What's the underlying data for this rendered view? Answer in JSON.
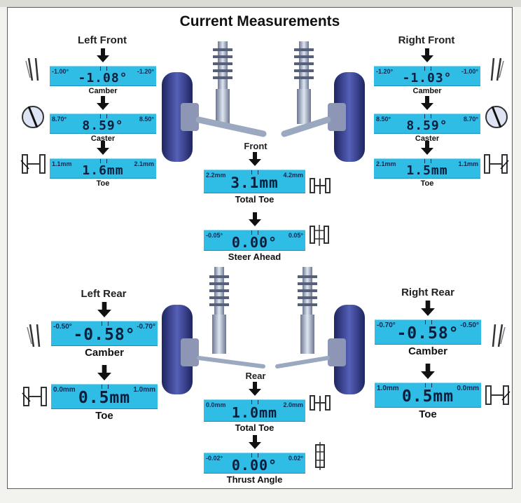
{
  "title": "Current Measurements",
  "front": {
    "left": {
      "heading": "Left Front",
      "camber": {
        "min": "-1.00°",
        "max": "-1.20°",
        "value": "-1.08°",
        "label": "Camber"
      },
      "caster": {
        "min": "8.70°",
        "max": "8.50°",
        "value": "8.59°",
        "label": "Caster"
      },
      "toe": {
        "min": "1.1mm",
        "max": "2.1mm",
        "value": "1.6mm",
        "label": "Toe"
      }
    },
    "right": {
      "heading": "Right Front",
      "camber": {
        "min": "-1.20°",
        "max": "-1.00°",
        "value": "-1.03°",
        "label": "Camber"
      },
      "caster": {
        "min": "8.50°",
        "max": "8.70°",
        "value": "8.59°",
        "label": "Caster"
      },
      "toe": {
        "min": "2.1mm",
        "max": "1.1mm",
        "value": "1.5mm",
        "label": "Toe"
      }
    },
    "center": {
      "heading": "Front",
      "total_toe": {
        "min": "2.2mm",
        "max": "4.2mm",
        "value": "3.1mm",
        "label": "Total Toe"
      },
      "steer_ahead": {
        "min": "-0.05°",
        "max": "0.05°",
        "value": "0.00°",
        "label": "Steer Ahead"
      }
    }
  },
  "rear": {
    "left": {
      "heading": "Left Rear",
      "camber": {
        "min": "-0.50°",
        "max": "-0.70°",
        "value": "-0.58°",
        "label": "Camber"
      },
      "toe": {
        "min": "0.0mm",
        "max": "1.0mm",
        "value": "0.5mm",
        "label": "Toe"
      }
    },
    "right": {
      "heading": "Right Rear",
      "camber": {
        "min": "-0.70°",
        "max": "-0.50°",
        "value": "-0.58°",
        "label": "Camber"
      },
      "toe": {
        "min": "1.0mm",
        "max": "0.0mm",
        "value": "0.5mm",
        "label": "Toe"
      }
    },
    "center": {
      "heading": "Rear",
      "total_toe": {
        "min": "0.0mm",
        "max": "2.0mm",
        "value": "1.0mm",
        "label": "Total Toe"
      },
      "thrust_angle": {
        "min": "-0.02°",
        "max": "0.02°",
        "value": "0.00°",
        "label": "Thrust Angle"
      }
    }
  },
  "colors": {
    "gauge_bar": "#2fbde6",
    "tire": "#3e4a9a",
    "strut": "#9aa8c0"
  },
  "icons": [
    "camber-icon",
    "caster-icon",
    "toe-icon",
    "total-toe-icon",
    "steer-ahead-icon",
    "thrust-angle-icon"
  ]
}
